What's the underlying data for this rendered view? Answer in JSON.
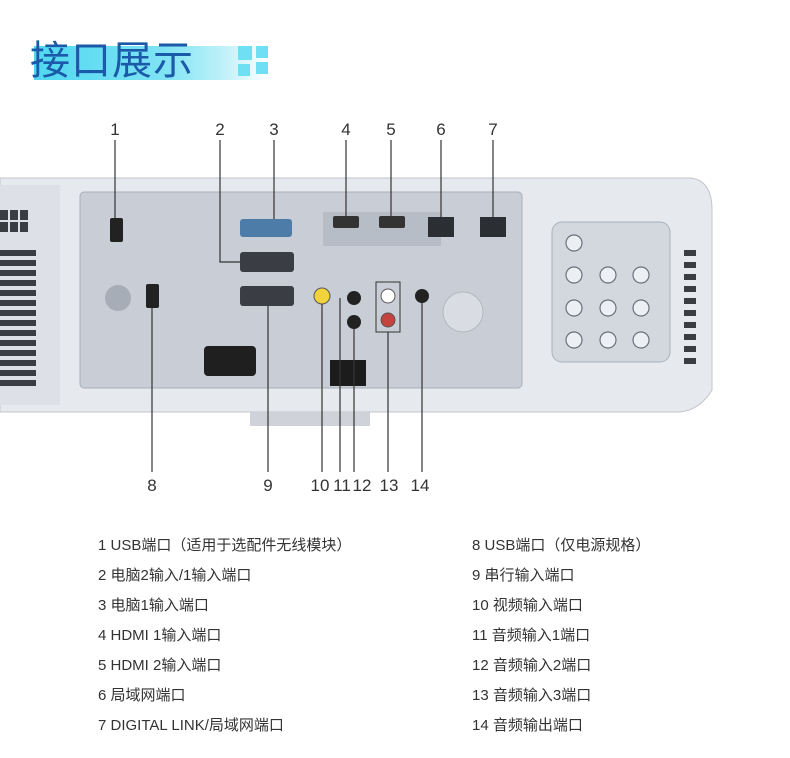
{
  "title": "接口展示",
  "colors": {
    "title_text": "#1a5aa8",
    "title_bar": "#4fd8f0",
    "projector_body": "#e6e9ee",
    "panel": "#c9ced6",
    "leader": "#333333"
  },
  "callouts": [
    {
      "num": "1"
    },
    {
      "num": "2"
    },
    {
      "num": "3"
    },
    {
      "num": "4"
    },
    {
      "num": "5"
    },
    {
      "num": "6"
    },
    {
      "num": "7"
    },
    {
      "num": "8"
    },
    {
      "num": "9"
    },
    {
      "num": "10"
    },
    {
      "num": "11"
    },
    {
      "num": "12"
    },
    {
      "num": "13"
    },
    {
      "num": "14"
    }
  ],
  "legend_left": [
    "1 USB端口（适用于选配件无线模块）",
    "2 电脑2输入/1输入端口",
    "3 电脑1输入端口",
    "4 HDMI 1输入端口",
    "5 HDMI 2输入端口",
    "6 局域网端口",
    "7 DIGITAL LINK/局域网端口"
  ],
  "legend_right": [
    "8 USB端口（仅电源规格）",
    "9 串行输入端口",
    "10 视频输入端口",
    "11 音频输入1端口",
    "12 音频输入2端口",
    "13 音频输入3端口",
    "14 音频输出端口"
  ]
}
